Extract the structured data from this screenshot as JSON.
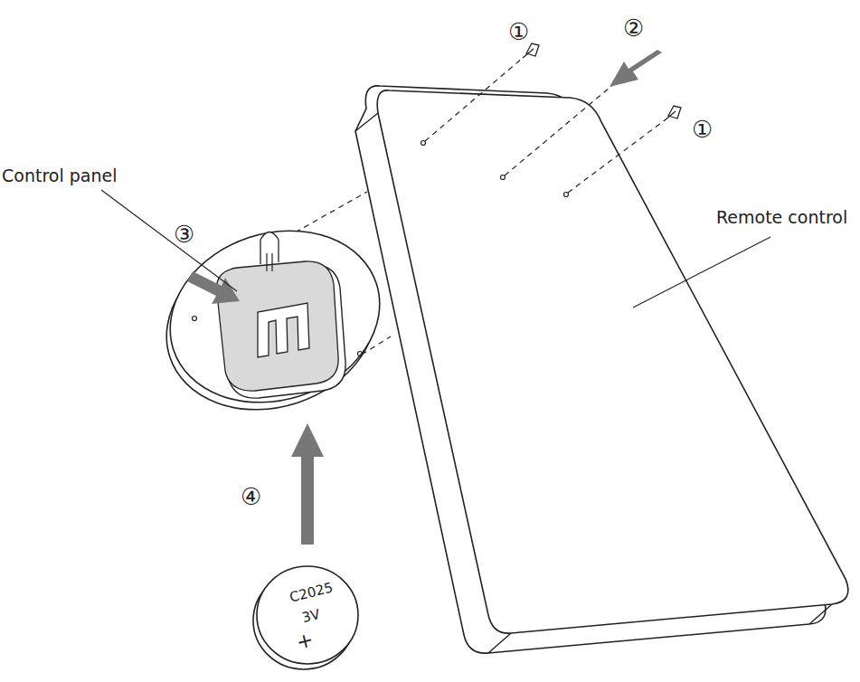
{
  "diagram": {
    "labels": [
      "①",
      "②",
      "①",
      "Control panel",
      "③",
      "Remote control",
      "④",
      "C2025",
      "3V",
      "+"
    ]
  }
}
